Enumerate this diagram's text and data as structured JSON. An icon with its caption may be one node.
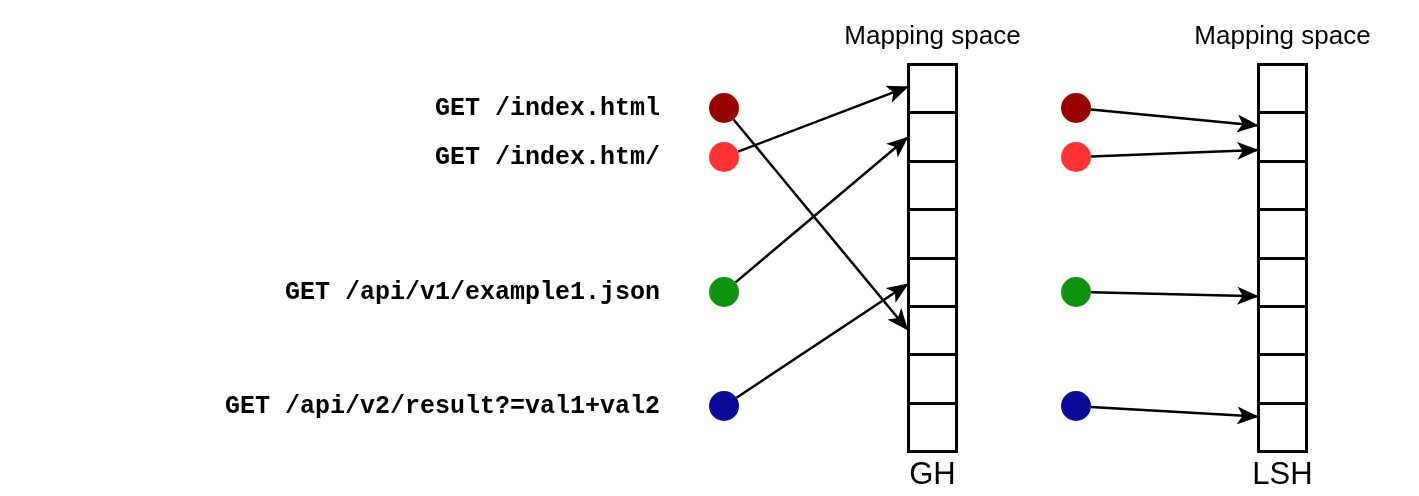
{
  "diagram": {
    "nodes": [
      {
        "text": [],
        "shape": "circle"
      },
      {
        "text": [],
        "shape": "circle"
      },
      {
        "text": [],
        "shape": "circle"
      },
      {
        "text": [],
        "shape": "circle"
      },
      {
        "text": [
          "Mapping space"
        ],
        "beside": [
          "GH"
        ]
      },
      {
        "text": [],
        "shape": "box",
        "in": 4
      },
      {
        "text": [],
        "shape": "box",
        "in": 4
      },
      {
        "text": [],
        "shape": "box",
        "in": 4
      },
      {
        "text": [],
        "shape": "box",
        "in": 4
      },
      {
        "text": [],
        "shape": "box",
        "in": 4
      },
      {
        "text": [],
        "shape": "box",
        "in": 4
      },
      {
        "text": [],
        "shape": "box",
        "in": 4
      },
      {
        "text": [],
        "shape": "box",
        "in": 4
      },
      {
        "text": [],
        "shape": "circle"
      },
      {
        "text": [],
        "shape": "circle"
      },
      {
        "text": [],
        "shape": "circle"
      },
      {
        "text": [],
        "shape": "circle"
      },
      {
        "text": [
          "Mapping space"
        ],
        "beside": [
          "LSH"
        ]
      },
      {
        "text": [],
        "shape": "box",
        "in": 17
      },
      {
        "text": [],
        "shape": "box",
        "in": 17
      },
      {
        "text": [],
        "shape": "box",
        "in": 17
      },
      {
        "text": [],
        "shape": "box",
        "in": 17
      },
      {
        "text": [],
        "shape": "box",
        "in": 17
      },
      {
        "text": [],
        "shape": "box",
        "in": 17
      },
      {
        "text": [],
        "shape": "box",
        "in": 17
      },
      {
        "text": [],
        "shape": "box",
        "in": 17
      }
    ],
    "edges": [
      {
        "from": 0,
        "to": 10,
        "arrow": "to"
      },
      {
        "from": 1,
        "to": 5,
        "arrow": "to"
      },
      {
        "from": 2,
        "to": 6,
        "arrow": "to"
      },
      {
        "from": 3,
        "to": 9,
        "arrow": "to"
      },
      {
        "from": 13,
        "to": 19,
        "arrow": "to"
      },
      {
        "from": 14,
        "to": 19,
        "arrow": "to"
      },
      {
        "from": 15,
        "to": 22,
        "arrow": "to"
      },
      {
        "from": 16,
        "to": 25,
        "arrow": "to"
      }
    ],
    "labels": [
      "GET /index.html",
      "GET /index.htm/",
      "GET /api/v1/example1.json",
      "GET /api/v2/result?=val1+val2"
    ]
  }
}
